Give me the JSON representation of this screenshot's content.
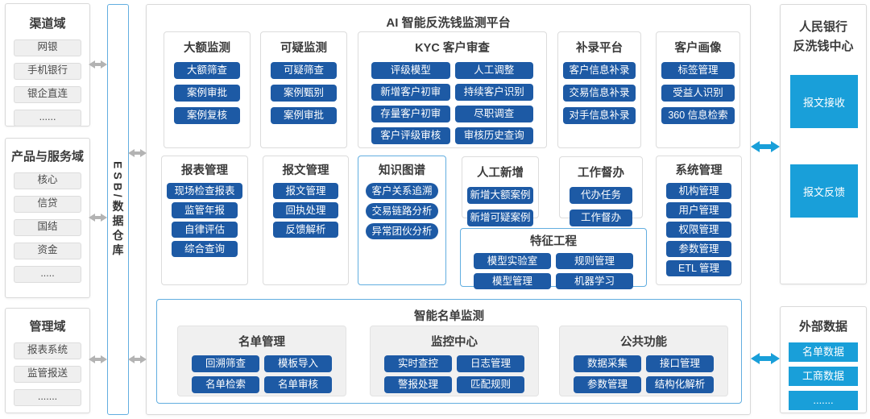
{
  "colors": {
    "module_blue": "#1D5AA5",
    "accent_cyan": "#199FD9",
    "border_blue": "#62AEE0",
    "arrow_gray": "#B3B3B3"
  },
  "left_domains": [
    {
      "title": "渠道域",
      "items": [
        "网银",
        "手机银行",
        "银企直连",
        "......"
      ]
    },
    {
      "title": "产品与服务域",
      "items": [
        "核心",
        "信贷",
        "国结",
        "资金",
        "....."
      ]
    },
    {
      "title": "管理域",
      "items": [
        "报表系统",
        "监管报送",
        "......."
      ]
    }
  ],
  "esb": {
    "label": "ESB/数据仓库"
  },
  "platform": {
    "title": "AI 智能反洗钱监测平台",
    "sections": [
      {
        "title": "大额监测",
        "items": [
          "大额筛查",
          "案例审批",
          "案例复核"
        ]
      },
      {
        "title": "可疑监测",
        "items": [
          "可疑筛查",
          "案例甄别",
          "案例审批"
        ]
      },
      {
        "title": "KYC 客户审查",
        "items": [
          "评级模型",
          "人工调整",
          "新增客户初审",
          "持续客户识别",
          "存量客户初审",
          "尽职调查",
          "客户评级审核",
          "审核历史查询"
        ]
      },
      {
        "title": "补录平台",
        "items": [
          "客户信息补录",
          "交易信息补录",
          "对手信息补录"
        ]
      },
      {
        "title": "客户画像",
        "items": [
          "标签管理",
          "受益人识别",
          "360 信息检索"
        ]
      },
      {
        "title": "报表管理",
        "items": [
          "现场检查报表",
          "监管年报",
          "自律评估",
          "综合查询"
        ]
      },
      {
        "title": "报文管理",
        "items": [
          "报文管理",
          "回执处理",
          "反馈解析"
        ]
      },
      {
        "title": "知识图谱",
        "items": [
          "客户关系追溯",
          "交易链路分析",
          "异常团伙分析"
        ]
      },
      {
        "title": "人工新增",
        "items": [
          "新增大额案例",
          "新增可疑案例"
        ]
      },
      {
        "title": "工作督办",
        "items": [
          "代办任务",
          "工作督办"
        ]
      },
      {
        "title": "特征工程",
        "items": [
          "模型实验室",
          "规则管理",
          "模型管理",
          "机器学习"
        ]
      },
      {
        "title": "系统管理",
        "items": [
          "机构管理",
          "用户管理",
          "权限管理",
          "参数管理",
          "ETL 管理"
        ]
      }
    ]
  },
  "smart_list": {
    "title": "智能名单监测",
    "groups": [
      {
        "title": "名单管理",
        "items": [
          "回溯筛查",
          "模板导入",
          "名单检索",
          "名单审核"
        ]
      },
      {
        "title": "监控中心",
        "items": [
          "实时查控",
          "日志管理",
          "警报处理",
          "匹配规则"
        ]
      },
      {
        "title": "公共功能",
        "items": [
          "数据采集",
          "接口管理",
          "参数管理",
          "结构化解析"
        ]
      }
    ]
  },
  "pboc_center": {
    "title_line1": "人民银行",
    "title_line2": "反洗钱中心",
    "items": [
      "报文接收",
      "报文反馈"
    ]
  },
  "external_data": {
    "title": "外部数据",
    "items": [
      "名单数据",
      "工商数据",
      "......."
    ]
  }
}
